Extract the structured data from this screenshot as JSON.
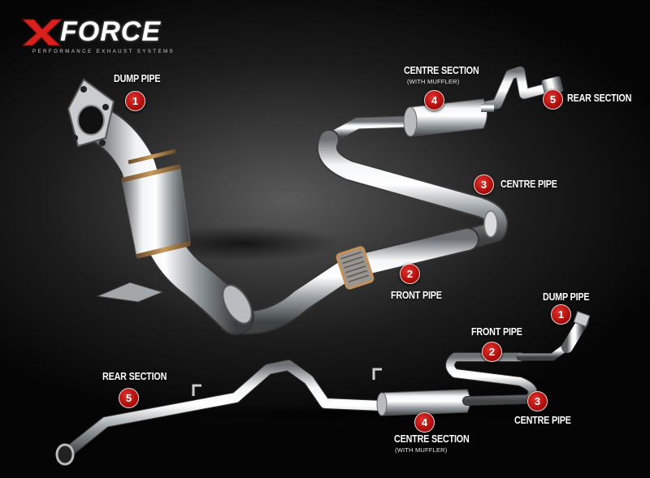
{
  "logo": {
    "brand": "FORCE",
    "tagline": "PERFORMANCE EXHAUST SYSTEMS",
    "colors": {
      "x_mark": "#d8211c",
      "text": "#ffffff"
    }
  },
  "colors": {
    "badge": "#c0140f",
    "background": "#0a0a0a",
    "pipe": "#cfd3d6"
  },
  "main_diagram": {
    "callouts": [
      {
        "number": "1",
        "label": "DUMP PIPE"
      },
      {
        "number": "2",
        "label": "FRONT PIPE"
      },
      {
        "number": "3",
        "label": "CENTRE PIPE"
      },
      {
        "number": "4",
        "label": "CENTRE SECTION",
        "sublabel": "(WITH MUFFLER)"
      },
      {
        "number": "5",
        "label": "REAR SECTION"
      }
    ]
  },
  "overview_diagram": {
    "callouts": [
      {
        "number": "1",
        "label": "DUMP PIPE"
      },
      {
        "number": "2",
        "label": "FRONT PIPE"
      },
      {
        "number": "3",
        "label": "CENTRE PIPE"
      },
      {
        "number": "4",
        "label": "CENTRE SECTION",
        "sublabel": "(WITH MUFFLER)"
      },
      {
        "number": "5",
        "label": "REAR SECTION"
      }
    ]
  }
}
